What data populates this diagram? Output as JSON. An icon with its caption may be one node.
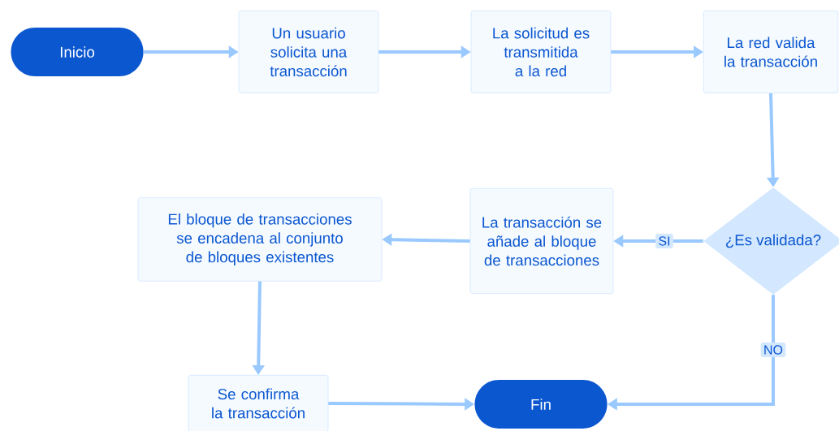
{
  "diagram": {
    "nodes": [
      {
        "text": [
          "Inicio"
        ]
      },
      {
        "text": [
          "Un usuario solicita una transacción"
        ]
      },
      {
        "text": [
          "La solicitud es transmitida a la red"
        ]
      },
      {
        "text": [
          "La red valida la transacción"
        ]
      },
      {
        "text": [
          "¿Es validada?"
        ]
      },
      {
        "text": [
          "La transacción se añade al bloque de transacciones"
        ]
      },
      {
        "text": [
          "El bloque de transacciones se encadena al conjunto de bloques existentes"
        ]
      },
      {
        "text": [
          "Se confirma la transacción"
        ]
      },
      {
        "text": [
          "Fin"
        ]
      }
    ],
    "edges": [
      {
        "from": 0,
        "to": 1,
        "arrow": "to"
      },
      {
        "from": 1,
        "to": 2,
        "arrow": "to"
      },
      {
        "from": 2,
        "to": 3,
        "arrow": "to"
      },
      {
        "from": 3,
        "to": 4,
        "arrow": "to"
      },
      {
        "from": 4,
        "to": 5,
        "arrow": "to",
        "label": "SI"
      },
      {
        "from": 5,
        "to": 6,
        "arrow": "to"
      },
      {
        "from": 6,
        "to": 7,
        "arrow": "to"
      },
      {
        "from": 7,
        "to": 8,
        "arrow": "to"
      },
      {
        "from": 4,
        "to": 8,
        "arrow": "to",
        "label": "NO"
      }
    ]
  }
}
